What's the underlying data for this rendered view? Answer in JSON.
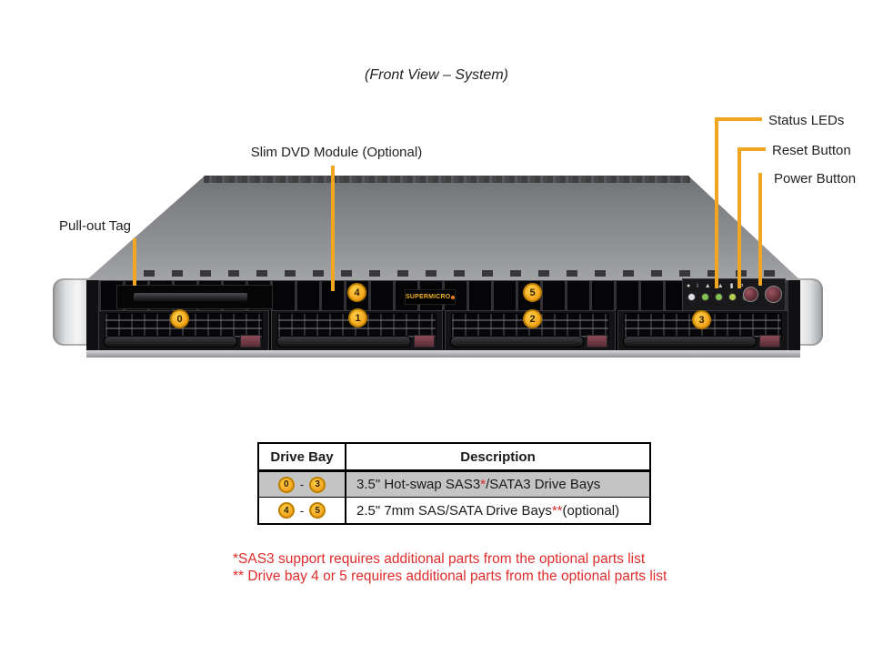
{
  "title": "(Front View – System)",
  "labels": {
    "slim_dvd": "Slim DVD Module (Optional)",
    "pullout_tag": "Pull-out Tag",
    "status_leds": "Status LEDs",
    "reset_button": "Reset Button",
    "power_button": "Power Button"
  },
  "chassis": {
    "brand": "SUPERMICRO",
    "callouts": [
      "0",
      "1",
      "2",
      "3",
      "4",
      "5"
    ]
  },
  "table": {
    "headers": [
      "Drive Bay",
      "Description"
    ],
    "rows": [
      {
        "bay_start": "0",
        "bay_sep": "-",
        "bay_end": "3",
        "desc_pre": "3.5\" Hot-swap SAS3",
        "desc_mark": "*",
        "desc_post": "/SATA3 Drive Bays"
      },
      {
        "bay_start": "4",
        "bay_sep": "-",
        "bay_end": "5",
        "desc_pre": "2.5\" 7mm SAS/SATA Drive Bays",
        "desc_mark": "**",
        "desc_post": " (optional)"
      }
    ]
  },
  "footnotes": [
    "*SAS3 support requires additional parts from the optional parts list",
    "** Drive bay 4 or 5 requires additional parts from the optional parts list"
  ],
  "colors": {
    "callout_amber": "#F0A71F",
    "callout_border": "#BD7F00",
    "footnote_red": "#E02B2B",
    "table_row_gray": "#C4C4C4"
  }
}
